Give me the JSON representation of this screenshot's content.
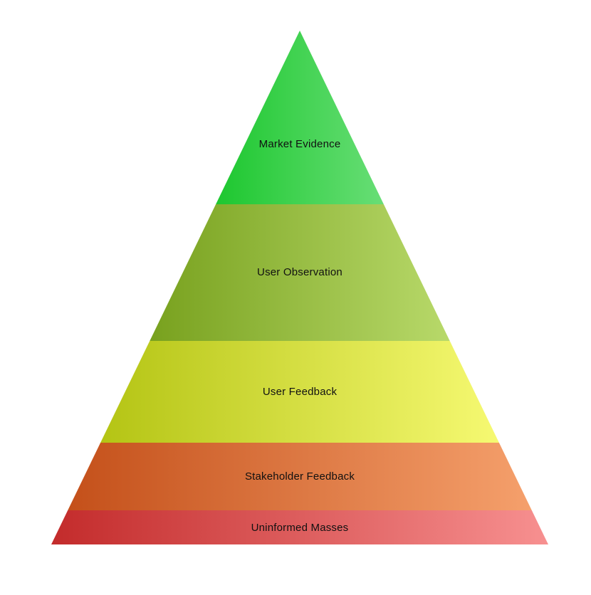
{
  "background_color": "#ffffff",
  "pyramid": {
    "type": "pyramid",
    "title": "",
    "text_color": "#111111",
    "levels": [
      {
        "rank": 1,
        "label": "Market Evidence",
        "color_left": "#1dc72f",
        "color_right": "#68de76"
      },
      {
        "rank": 2,
        "label": "User Observation",
        "color_left": "#78a11e",
        "color_right": "#b8d96a"
      },
      {
        "rank": 3,
        "label": "User Feedback",
        "color_left": "#b4c414",
        "color_right": "#f6f972"
      },
      {
        "rank": 4,
        "label": "Stakeholder Feedback",
        "color_left": "#c4501a",
        "color_right": "#f5a06c"
      },
      {
        "rank": 5,
        "label": "Uninformed Masses",
        "color_left": "#c32b2b",
        "color_right": "#f79090"
      }
    ]
  }
}
